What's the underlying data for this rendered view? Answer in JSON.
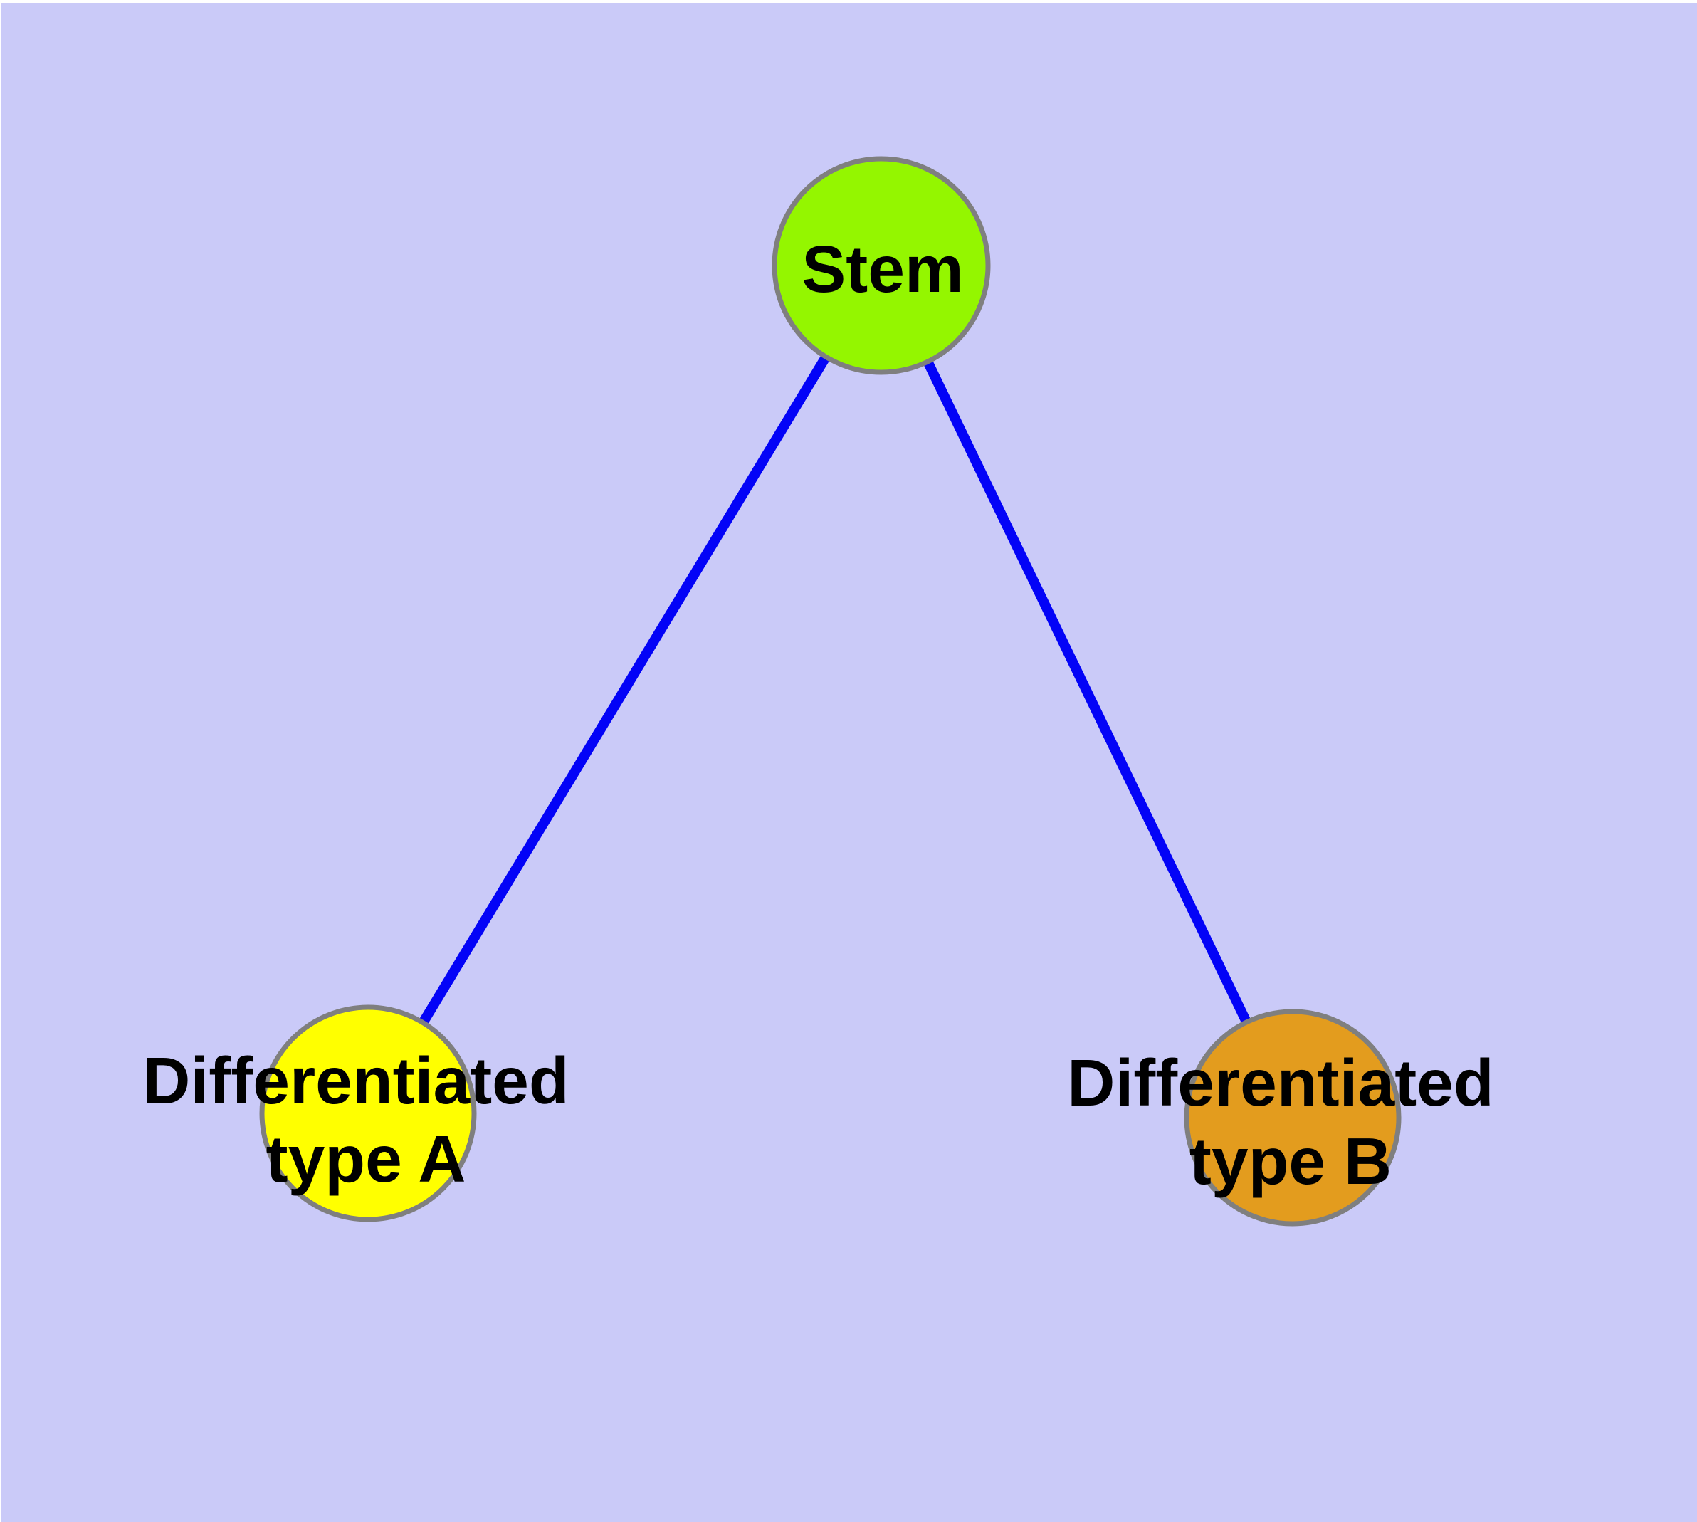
{
  "diagram": {
    "kind": "cell-differentiation-graph",
    "background_color": "#cacaf8",
    "frame_edge_color": "#ffffff",
    "edge_color": "#0303f7",
    "node_outline_color": "#7f7f7f",
    "label_color": "#000000",
    "nodes": [
      {
        "id": "stem",
        "label": "Stem",
        "color": "#94f600"
      },
      {
        "id": "differentiated-type-a",
        "label_line1": "Differentiated",
        "label_line2": "type A",
        "color": "#ffff00"
      },
      {
        "id": "differentiated-type-b",
        "label_line1": "Differentiated",
        "label_line2": "type B",
        "color": "#e39c1e"
      }
    ],
    "edges": [
      {
        "from": "Stem",
        "to": "Differentiated type A"
      },
      {
        "from": "Stem",
        "to": "Differentiated type B"
      }
    ]
  }
}
